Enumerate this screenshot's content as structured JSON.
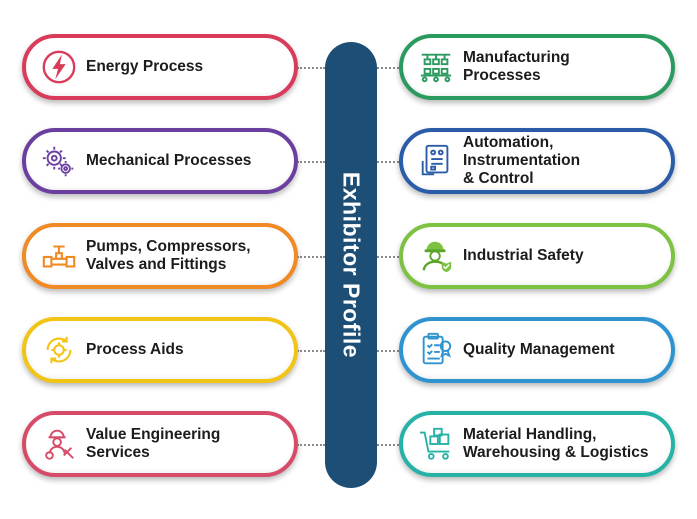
{
  "center": {
    "title": "Exhibitor Profile",
    "color": "#1d4f76"
  },
  "left_items": [
    {
      "label": "Energy Process",
      "icon": "lightning-bolt-icon",
      "color": "#d83c5a"
    },
    {
      "label": "Mechanical Processes",
      "icon": "gears-icon",
      "color": "#6b3fa0"
    },
    {
      "label": "Pumps, Compressors,\nValves and Fittings",
      "icon": "valve-pipe-icon",
      "color": "#ef8a24"
    },
    {
      "label": "Process Aids",
      "icon": "gear-cycle-icon",
      "color": "#f2c416"
    },
    {
      "label": "Value Engineering\nServices",
      "icon": "engineer-tools-icon",
      "color": "#d64b68"
    }
  ],
  "right_items": [
    {
      "label": "Manufacturing\nProcesses",
      "icon": "conveyor-robot-icon",
      "color": "#2a9a5e"
    },
    {
      "label": "Automation,\nInstrumentation\n& Control",
      "icon": "control-panel-icon",
      "color": "#2a5ca8"
    },
    {
      "label": "Industrial Safety",
      "icon": "safety-worker-icon",
      "color": "#7dc242"
    },
    {
      "label": "Quality Management",
      "icon": "quality-checklist-icon",
      "color": "#2f93d0"
    },
    {
      "label": "Material Handling,\nWarehousing & Logistics",
      "icon": "warehouse-trolley-icon",
      "color": "#26b3a6"
    }
  ]
}
